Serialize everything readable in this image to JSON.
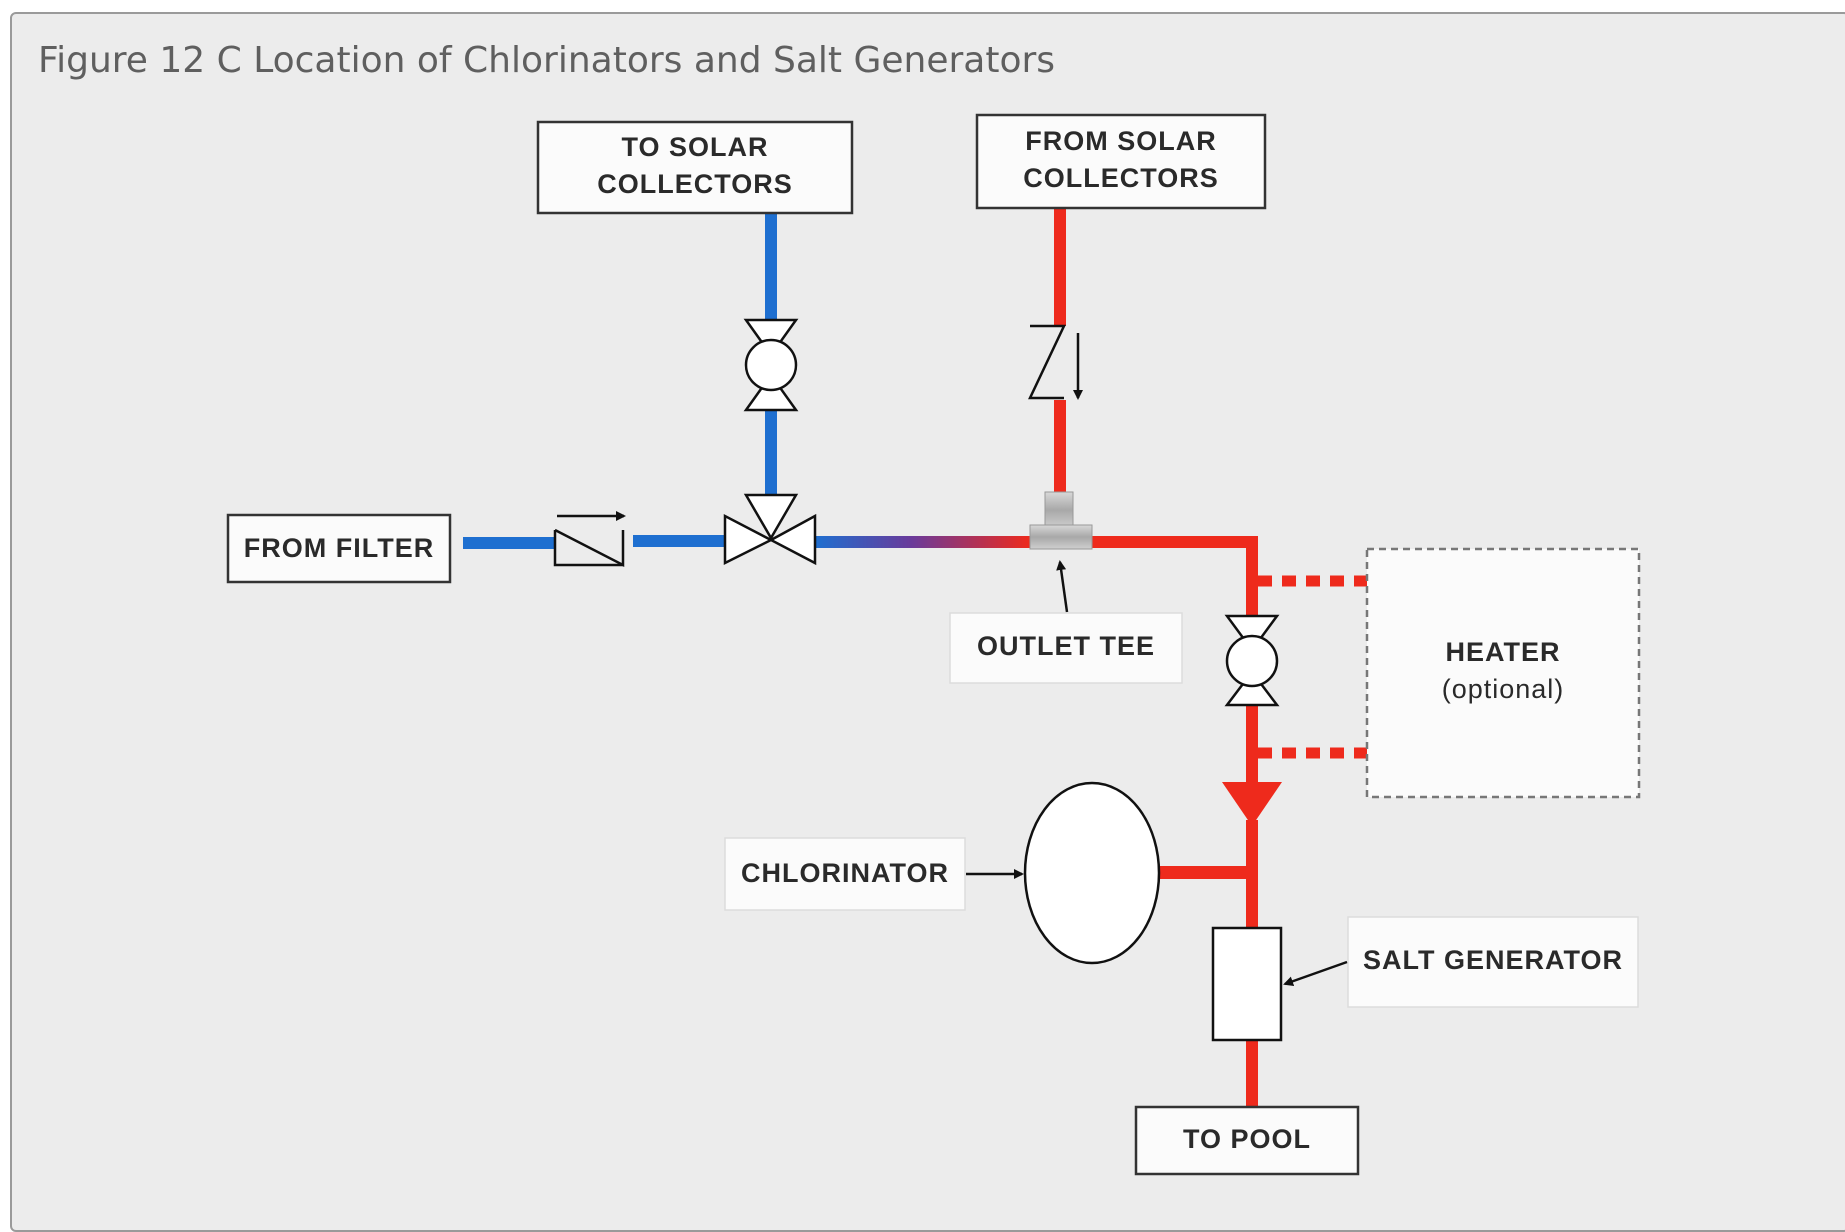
{
  "figure": {
    "title": "Figure 12 C Location of Chlorinators and Salt Generators"
  },
  "labels": {
    "to_solar_line1": "TO SOLAR",
    "to_solar_line2": "COLLECTORS",
    "from_solar_line1": "FROM SOLAR",
    "from_solar_line2": "COLLECTORS",
    "from_filter": "FROM FILTER",
    "outlet_tee": "OUTLET TEE",
    "heater_line1": "HEATER",
    "heater_line2": "(optional)",
    "chlorinator": "CHLORINATOR",
    "salt_generator": "SALT GENERATOR",
    "to_pool": "TO POOL"
  },
  "colors": {
    "cold_pipe": "#1e6fd0",
    "hot_pipe": "#ee2a1c",
    "box_border": "#333333",
    "heater_border": "#777777"
  }
}
